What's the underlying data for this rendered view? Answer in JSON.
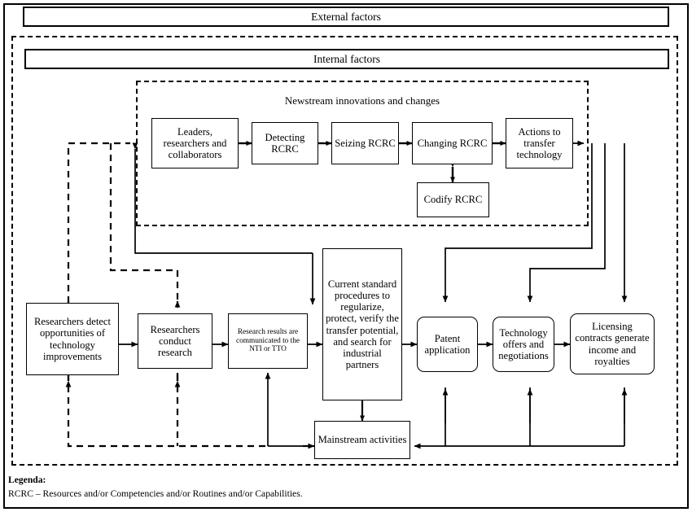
{
  "diagram": {
    "outer_frame_label": "External factors",
    "internal_frame_label": "Internal factors",
    "newstream_label": "Newstream innovations and changes",
    "newstream_nodes": [
      {
        "id": "leaders",
        "label": "Leaders, researchers and collaborators"
      },
      {
        "id": "detecting",
        "label": "Detecting RCRC"
      },
      {
        "id": "seizing",
        "label": "Seizing RCRC"
      },
      {
        "id": "changing",
        "label": "Changing RCRC"
      },
      {
        "id": "actions",
        "label": "Actions to transfer technology"
      },
      {
        "id": "codify",
        "label": "Codify RCRC"
      }
    ],
    "process_nodes": [
      {
        "id": "detect-opportunities",
        "label": "Researchers detect opportunities of technology improvements"
      },
      {
        "id": "conduct-research",
        "label": "Researchers conduct research"
      },
      {
        "id": "communicate-results",
        "label": "Research results are communicated to the NTI or TTO"
      },
      {
        "id": "standard-procedures",
        "label": "Current standard procedures to regularize, protect, verify the transfer potential, and search for industrial partners"
      },
      {
        "id": "patent-application",
        "label": "Patent application"
      },
      {
        "id": "technology-offers",
        "label": "Technology offers and negotiations"
      },
      {
        "id": "licensing-contracts",
        "label": "Licensing contracts generate income and royalties"
      },
      {
        "id": "mainstream-activities",
        "label": "Mainstream activities"
      }
    ],
    "legend": {
      "title": "Legenda:",
      "entry": "RCRC – Resources and/or Competencies and/or Routines and/or Capabilities."
    },
    "colors": {
      "line": "#000000",
      "background": "#ffffff",
      "border": "#000000"
    }
  }
}
